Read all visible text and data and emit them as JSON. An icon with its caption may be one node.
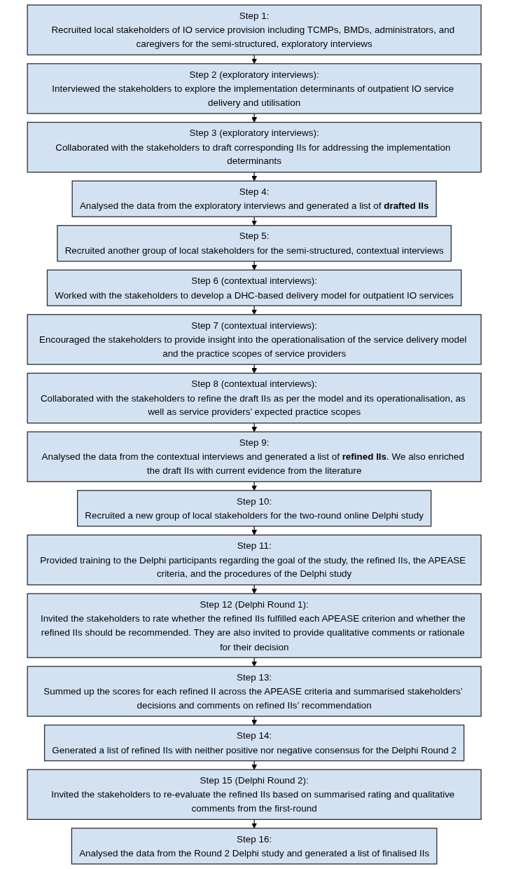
{
  "diagram": {
    "nodes": [
      {
        "text": [
          "Step 1:",
          "Recruited local stakeholders of IO service provision including TCMPs, BMDs, administrators, and caregivers for the semi-structured, exploratory interviews"
        ]
      },
      {
        "text": [
          "Step 2 (exploratory interviews):",
          "Interviewed the stakeholders to explore the implementation determinants of outpatient IO service delivery and utilisation"
        ]
      },
      {
        "text": [
          "Step 3 (exploratory interviews):",
          "Collaborated with the stakeholders to draft corresponding IIs for addressing the implementation determinants"
        ]
      },
      {
        "text": [
          "Step 4:",
          "Analysed the data from the exploratory interviews and generated a list of **drafted IIs**"
        ]
      },
      {
        "text": [
          "Step 5:",
          "Recruited another group of local stakeholders for the semi-structured, contextual interviews"
        ]
      },
      {
        "text": [
          "Step 6 (contextual interviews):",
          "Worked with the stakeholders to develop a DHC-based delivery model for outpatient IO services"
        ]
      },
      {
        "text": [
          "Step 7 (contextual interviews):",
          "Encouraged the stakeholders to provide insight into the operationalisation of the service delivery model and the practice scopes of service providers"
        ]
      },
      {
        "text": [
          "Step 8 (contextual interviews):",
          "Collaborated with the stakeholders to refine the draft IIs as per the model and its operationalisation, as well as service providers’ expected practice scopes"
        ]
      },
      {
        "text": [
          "Step 9:",
          "Analysed the data from the contextual interviews and generated a list of **refined IIs**. We also enriched the draft IIs with current evidence from the literature"
        ]
      },
      {
        "text": [
          "Step 10:",
          "Recruited a new group of local stakeholders for the two-round online Delphi study"
        ]
      },
      {
        "text": [
          "Step 11:",
          "Provided training to the Delphi participants regarding the goal of the study, the refined IIs, the APEASE criteria, and the procedures of the Delphi study"
        ]
      },
      {
        "text": [
          "Step 12 (Delphi Round 1):",
          "Invited the stakeholders to rate whether the refined IIs fulfilled each APEASE criterion and whether the refined IIs should be recommended. They are also invited to provide qualitative comments or rationale for their decision"
        ]
      },
      {
        "text": [
          "Step 13:",
          "Summed up the scores for each refined II across the APEASE criteria and summarised stakeholders’ decisions and comments on refined IIs’ recommendation"
        ]
      },
      {
        "text": [
          "Step 14:",
          "Generated a list of refined IIs with neither positive nor negative consensus for the Delphi Round 2"
        ]
      },
      {
        "text": [
          "Step 15 (Delphi Round 2):",
          "Invited the stakeholders to re-evaluate the refined IIs based on summarised rating and qualitative comments from the first-round"
        ]
      },
      {
        "text": [
          "Step 16:",
          "Analysed the data from the Round 2 Delphi study and generated a list of finalised IIs"
        ]
      }
    ],
    "edges": [
      {
        "from": 0,
        "to": 1,
        "arrow": "to"
      },
      {
        "from": 1,
        "to": 2,
        "arrow": "to"
      },
      {
        "from": 2,
        "to": 3,
        "arrow": "to"
      },
      {
        "from": 3,
        "to": 4,
        "arrow": "to"
      },
      {
        "from": 4,
        "to": 5,
        "arrow": "to"
      },
      {
        "from": 5,
        "to": 6,
        "arrow": "to"
      },
      {
        "from": 6,
        "to": 7,
        "arrow": "to"
      },
      {
        "from": 7,
        "to": 8,
        "arrow": "to"
      },
      {
        "from": 8,
        "to": 9,
        "arrow": "to"
      },
      {
        "from": 9,
        "to": 10,
        "arrow": "to"
      },
      {
        "from": 10,
        "to": 11,
        "arrow": "to"
      },
      {
        "from": 11,
        "to": 12,
        "arrow": "to"
      },
      {
        "from": 12,
        "to": 13,
        "arrow": "to"
      },
      {
        "from": 13,
        "to": 14,
        "arrow": "to"
      },
      {
        "from": 14,
        "to": 15,
        "arrow": "to"
      }
    ]
  }
}
